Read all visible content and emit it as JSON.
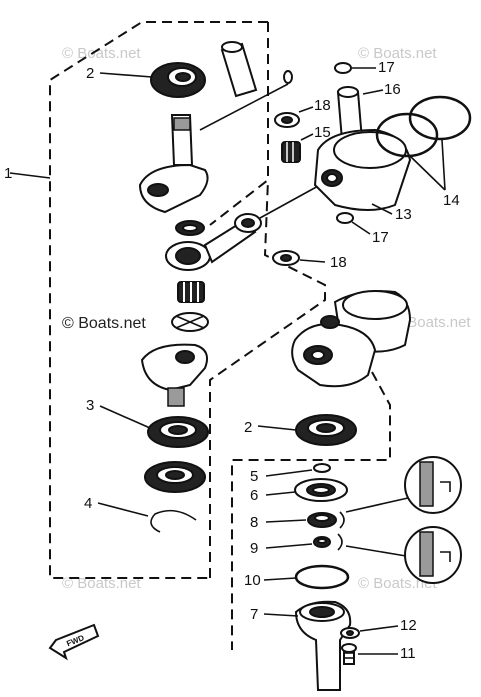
{
  "watermarks": {
    "top_left": "© Boats.net",
    "top_right": "© Boats.net",
    "middle": "© Boats.net",
    "middle_right": "© Boats.net",
    "bottom_left": "© Boats.net",
    "bottom_right": "© Boats.net"
  },
  "fwd_label": "FWD",
  "callouts": {
    "assembly": "1",
    "bearing_top": "2",
    "bearing_bottom": "2",
    "bearing_3": "3",
    "clip_4": "4",
    "seal_5": "5",
    "seal_6": "6",
    "housing_7": "7",
    "seal_8": "8",
    "seal_9": "9",
    "oring_10": "10",
    "bolt_11": "11",
    "washer_12": "12",
    "piston_13": "13",
    "rings_14": "14",
    "bearing_15": "15",
    "pin_16": "16",
    "clip_17_top": "17",
    "clip_17_bottom": "17",
    "washer_18_top": "18",
    "washer_18_bottom": "18"
  }
}
